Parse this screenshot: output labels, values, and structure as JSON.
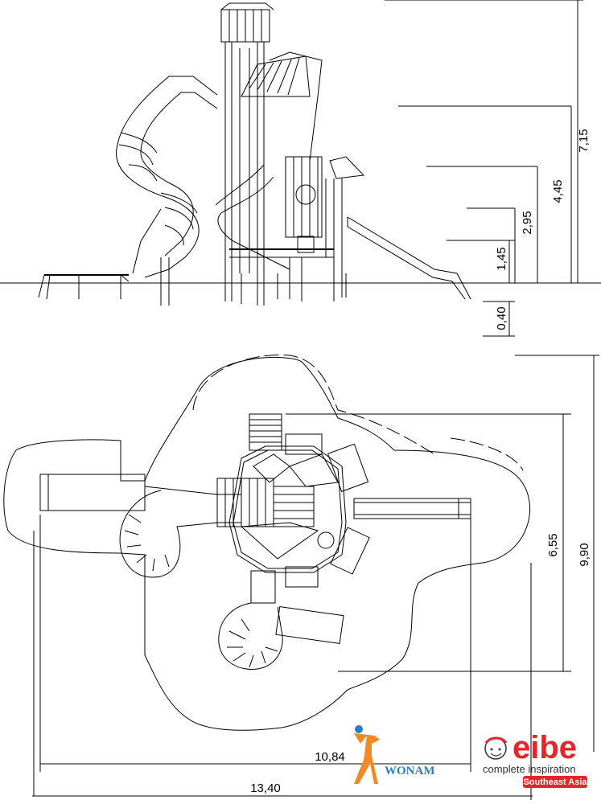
{
  "elevation": {
    "heights": [
      "7,15",
      "4,45",
      "2,95",
      "1,45",
      "0,40"
    ]
  },
  "plan": {
    "widths": [
      "13,40",
      "10,84"
    ],
    "depths": [
      "9,90",
      "6,55"
    ]
  },
  "logos": {
    "partner": "WONAM",
    "brand": "eibe",
    "tagline": "complete inspiration",
    "region": "Southeast Asia"
  },
  "colors": {
    "line": "#000000",
    "brand_red": "#e4262b",
    "partner_blue": "#2a7fc2",
    "partner_orange": "#f08a24"
  }
}
